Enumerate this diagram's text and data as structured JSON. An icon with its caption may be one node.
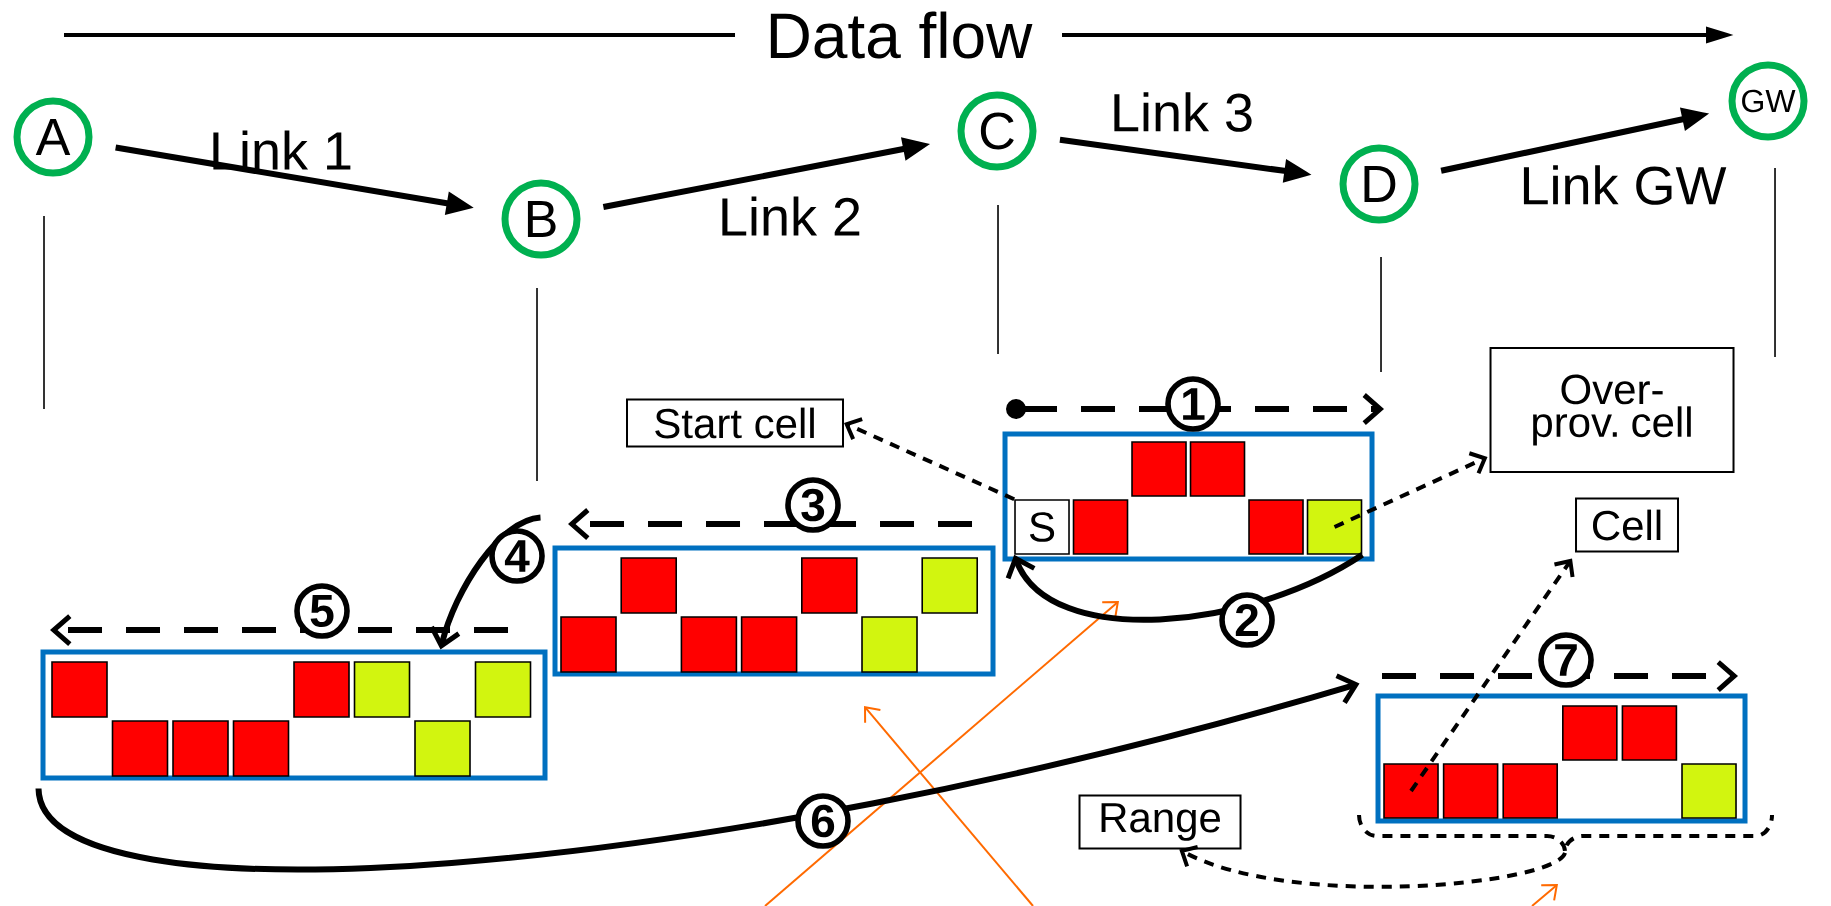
{
  "diagram": {
    "title": "Data flow",
    "nodes": [
      {
        "text": [
          "A"
        ]
      },
      {
        "text": [
          "B"
        ]
      },
      {
        "text": [
          "C"
        ]
      },
      {
        "text": [
          "D"
        ]
      },
      {
        "text": [
          "GW"
        ]
      },
      {
        "text": [
          "Start cell"
        ]
      },
      {
        "text": [
          "Over-prov. cell"
        ]
      },
      {
        "text": [],
        "shape": "box"
      },
      {
        "text": [
          "S"
        ],
        "in": 7
      },
      {
        "text": [],
        "shape": "box",
        "in": 7
      },
      {
        "text": [],
        "shape": "box",
        "in": 7
      },
      {
        "text": [],
        "shape": "box",
        "in": 7
      },
      {
        "text": [],
        "shape": "box",
        "in": 7
      },
      {
        "text": [],
        "shape": "box",
        "in": 7
      },
      {
        "text": [
          "Cell"
        ]
      },
      {
        "text": [],
        "shape": "box"
      },
      {
        "text": [],
        "shape": "box",
        "in": 15
      },
      {
        "text": [],
        "shape": "box",
        "in": 15
      },
      {
        "text": [],
        "shape": "box",
        "in": 15
      },
      {
        "text": [],
        "shape": "box",
        "in": 15
      },
      {
        "text": [],
        "shape": "box",
        "in": 15
      },
      {
        "text": [],
        "shape": "box",
        "in": 15
      },
      {
        "text": [],
        "shape": "box",
        "in": 15
      },
      {
        "text": [],
        "shape": "box"
      },
      {
        "text": [],
        "shape": "box",
        "in": 23
      },
      {
        "text": [],
        "shape": "box",
        "in": 23
      },
      {
        "text": [],
        "shape": "box",
        "in": 23
      },
      {
        "text": [],
        "shape": "box",
        "in": 23
      },
      {
        "text": [],
        "shape": "box",
        "in": 23
      },
      {
        "text": [],
        "shape": "box",
        "in": 23
      },
      {
        "text": [],
        "shape": "box",
        "in": 23
      },
      {
        "text": [],
        "shape": "box",
        "in": 23
      },
      {
        "text": [],
        "shape": "box"
      },
      {
        "text": [],
        "shape": "box",
        "in": 32
      },
      {
        "text": [],
        "shape": "box",
        "in": 32
      },
      {
        "text": [],
        "shape": "box",
        "in": 32
      },
      {
        "text": [],
        "shape": "box",
        "in": 32
      },
      {
        "text": [],
        "shape": "box",
        "in": 32
      },
      {
        "text": [],
        "shape": "box",
        "in": 32
      },
      {
        "text": [
          "Range"
        ]
      },
      {
        "text": [],
        "shape": "brace"
      }
    ],
    "edges": [
      {
        "from": 0,
        "to": 1,
        "arrow": "to",
        "label": "Link 1"
      },
      {
        "from": 1,
        "to": 2,
        "arrow": "to",
        "label": "Link 2"
      },
      {
        "from": 2,
        "to": 3,
        "arrow": "to",
        "label": "Link 3"
      },
      {
        "from": 3,
        "to": 4,
        "arrow": "to",
        "label": "Link GW"
      },
      {
        "from": 8,
        "to": 5,
        "arrow": "to",
        "style": "dashed"
      },
      {
        "from": 13,
        "to": 6,
        "arrow": "to",
        "style": "dashed"
      },
      {
        "from": 13,
        "to": 8,
        "arrow": "to",
        "label": "2"
      },
      {
        "from": 15,
        "to": 23,
        "arrow": "to",
        "label": "4"
      },
      {
        "from": 23,
        "to": 32,
        "arrow": "to",
        "label": "6"
      },
      {
        "from": 33,
        "to": 14,
        "arrow": "to",
        "style": "dashed"
      },
      {
        "from": 40,
        "to": 39,
        "arrow": "to",
        "style": "dashed"
      }
    ],
    "labels": [
      "1",
      "3",
      "5",
      "7"
    ]
  }
}
